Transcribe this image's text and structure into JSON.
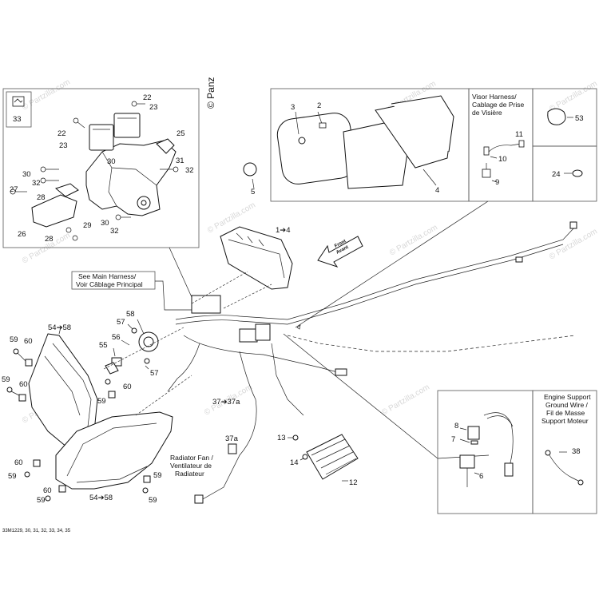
{
  "watermark": "© Partzilla.com",
  "brand_mark": "© Panz",
  "diagram_code": "33M1229, 30, 31, 32, 33, 34, 35",
  "front_arrow": {
    "line1": "Front",
    "line2": "Avant"
  },
  "notes": {
    "main_harness": [
      "See Main Harness/",
      "Voir Câblage Principal"
    ],
    "visor_harness": [
      "Visor Harness/",
      "Cablage de Prise",
      "de Visière"
    ],
    "radiator_fan": [
      "Radiator Fan /",
      "Ventilateur de",
      "Radiateur"
    ],
    "ground_wire": [
      "Engine Support",
      "Ground Wire /",
      "Fil de Masse",
      "Support Moteur"
    ]
  },
  "callouts": {
    "c1": "33",
    "c2": "22",
    "c3": "23",
    "c4": "22",
    "c5": "23",
    "c6": "25",
    "c7": "30",
    "c8": "31",
    "c9": "32",
    "c10": "30",
    "c11": "32",
    "c12": "27",
    "c13": "28",
    "c14": "29",
    "c15": "26",
    "c16": "28",
    "c17": "30",
    "c18": "32",
    "c19": "3",
    "c20": "2",
    "c21": "5",
    "c22": "4",
    "c23": "11",
    "c24": "10",
    "c25": "9",
    "c26": "53",
    "c27": "24",
    "c28": "1➔4",
    "c29": "58",
    "c30": "57",
    "c31": "56",
    "c32": "55",
    "c33": "57",
    "c34": "54➔58",
    "c35": "59",
    "c36": "60",
    "c37": "59",
    "c38": "60",
    "c39": "60",
    "c40": "59",
    "c41": "54➔58",
    "c42": "60",
    "c43": "59",
    "c44": "59",
    "c45": "60",
    "c46": "59",
    "c47": "37➔37a",
    "c48": "37a",
    "c49": "13",
    "c50": "14",
    "c51": "12",
    "c52": "8",
    "c53": "7",
    "c54": "6",
    "c55": "38"
  }
}
